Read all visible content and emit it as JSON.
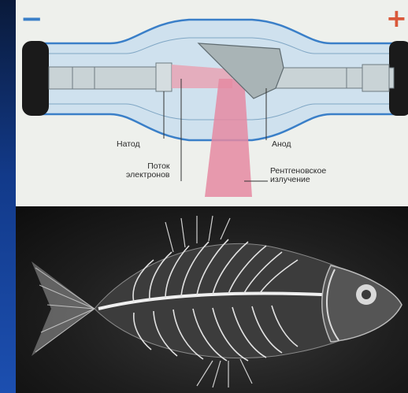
{
  "diagram": {
    "minus_sign": "−",
    "plus_sign": "+",
    "labels": {
      "cathode": "Натод",
      "anode": "Анод",
      "electron_flow": [
        "Поток",
        "электронов"
      ],
      "xray": [
        "Рентгеновское",
        "излучение"
      ]
    }
  },
  "colors": {
    "tube_outline": "#3a7fc8",
    "tube_fill": "#cfe1ee",
    "electron_beam": "#e8a3b4",
    "xray_beam": "#e58aa2",
    "electrode": "#a9b4b6",
    "cap": "#1a1a1a"
  },
  "photo": {
    "subject": "fish-skeleton-xray"
  }
}
